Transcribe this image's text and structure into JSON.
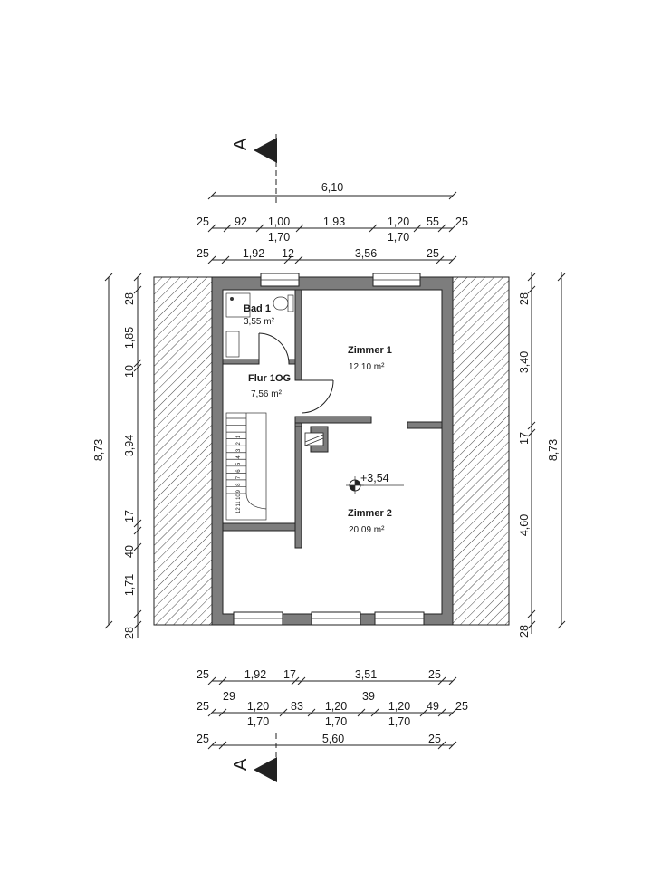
{
  "section_marker": {
    "label": "A"
  },
  "top_dimensions": {
    "overall": "6,10",
    "row2": [
      "25",
      "92",
      "1,00",
      "1,93",
      "1,20",
      "55",
      "25"
    ],
    "row2_sub": [
      "1,70",
      "1,70"
    ],
    "row3": [
      "25",
      "1,92",
      "12",
      "3,56",
      "25"
    ]
  },
  "bottom_dimensions": {
    "row1": [
      "25",
      "1,92",
      "17",
      "3,51",
      "25"
    ],
    "row1_sub": [
      "29",
      "39"
    ],
    "row2": [
      "25",
      "1,20",
      "83",
      "1,20",
      "1,20",
      "49",
      "25"
    ],
    "row2_sub": [
      "1,70",
      "1,70",
      "1,70"
    ],
    "overall": [
      "25",
      "5,60",
      "25"
    ]
  },
  "left_dimensions": {
    "overall": "8,73",
    "segments": [
      "28",
      "1,85",
      "10",
      "3,94",
      "17",
      "40",
      "1,71",
      "28"
    ]
  },
  "right_dimensions": {
    "overall": "8,73",
    "segments": [
      "28",
      "3,40",
      "17",
      "4,60",
      "28"
    ]
  },
  "rooms": [
    {
      "name": "Bad 1",
      "area": "3,55 m²"
    },
    {
      "name": "Flur 1OG",
      "area": "7,56 m²"
    },
    {
      "name": "Zimmer 1",
      "area": "12,10 m²"
    },
    {
      "name": "Zimmer 2",
      "area": "20,09 m²"
    }
  ],
  "elevation": "+3,54",
  "stair_steps": [
    "12",
    "11",
    "10",
    "9",
    "8",
    "7",
    "6",
    "5",
    "4",
    "3",
    "2",
    "1"
  ]
}
